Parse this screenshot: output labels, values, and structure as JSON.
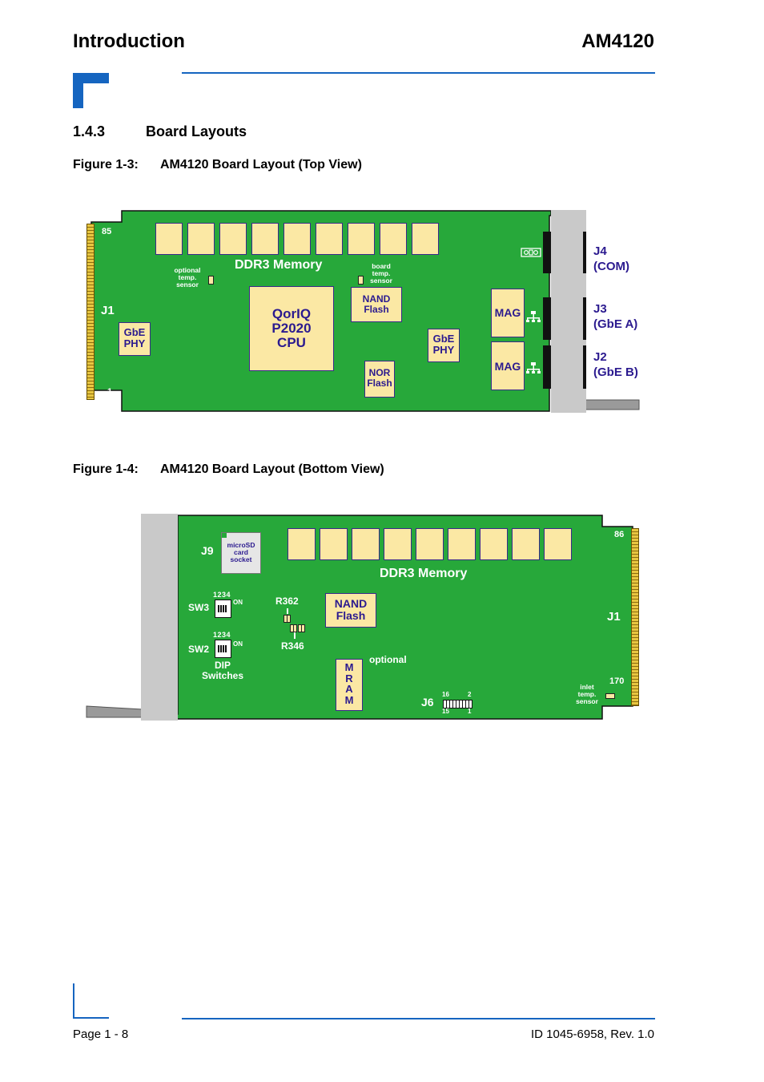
{
  "header": {
    "left": "Introduction",
    "right": "AM4120"
  },
  "section": {
    "number": "1.4.3",
    "title": "Board Layouts"
  },
  "figure1": {
    "label": "Figure 1-3:",
    "title": "AM4120 Board Layout (Top View)",
    "pin85": "85",
    "pin1": "1",
    "j1": "J1",
    "ddr3": "DDR3 Memory",
    "opt_sensor": [
      "optional",
      "temp.",
      "sensor"
    ],
    "board_sensor": [
      "board",
      "temp.",
      "sensor"
    ],
    "cpu": [
      "QorIQ",
      "P2020",
      "CPU"
    ],
    "nand": [
      "NAND",
      "Flash"
    ],
    "nor": [
      "NOR",
      "Flash"
    ],
    "gbe_phy": [
      "GbE",
      "PHY"
    ],
    "mag": "MAG",
    "j4": [
      "J4",
      "(COM)"
    ],
    "j3": [
      "J3",
      "(GbE A)"
    ],
    "j2": [
      "J2",
      "(GbE B)"
    ]
  },
  "figure2": {
    "label": "Figure 1-4:",
    "title": "AM4120 Board Layout (Bottom View)",
    "j9": "J9",
    "microsd": [
      "microSD",
      "card",
      "socket"
    ],
    "ddr3": "DDR3 Memory",
    "sw_nums": "1234",
    "on": "ON",
    "sw3": "SW3",
    "sw2": "SW2",
    "dip": [
      "DIP",
      "Switches"
    ],
    "r362": "R362",
    "r346": "R346",
    "nand": [
      "NAND",
      "Flash"
    ],
    "optional": "optional",
    "mram": [
      "M",
      "R",
      "A",
      "M"
    ],
    "j6": "J6",
    "j6_pins": [
      "16",
      "2",
      "15",
      "1"
    ],
    "pin86": "86",
    "pin170": "170",
    "j1": "J1",
    "inlet": [
      "inlet",
      "temp.",
      "sensor"
    ]
  },
  "footer": {
    "left": "Page 1 - 8",
    "right": "ID 1045-6958, Rev. 1.0"
  },
  "colors": {
    "accent": "#1565c0",
    "pcb": "#27a83a",
    "chip": "#fbe8a4",
    "label": "#2b1a8f"
  }
}
